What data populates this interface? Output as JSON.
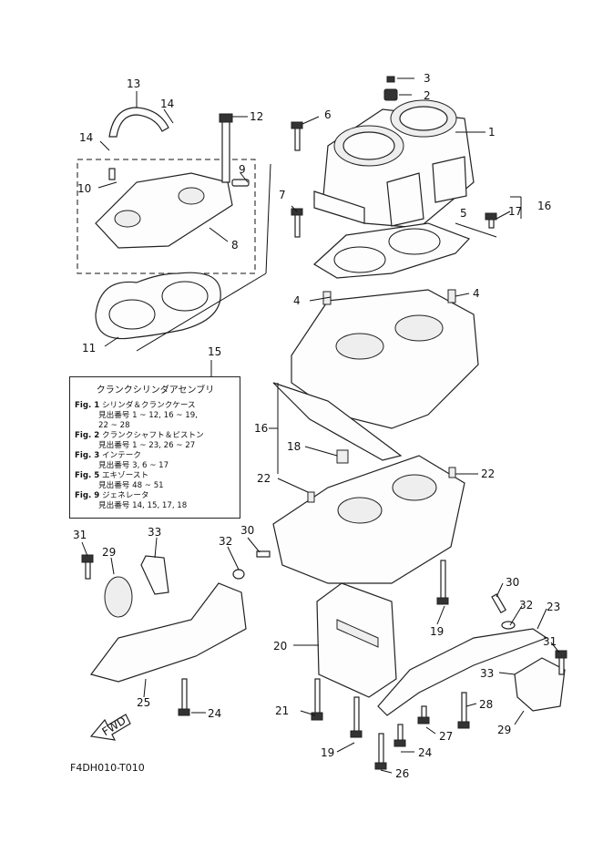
{
  "diagram": {
    "code": "F4DH010-T010",
    "fwd_label": "FWD",
    "callouts": {
      "c1": "1",
      "c2": "2",
      "c3": "3",
      "c4a": "4",
      "c4b": "4",
      "c5": "5",
      "c6": "6",
      "c7": "7",
      "c8": "8",
      "c9": "9",
      "c10": "10",
      "c11": "11",
      "c12": "12",
      "c13": "13",
      "c14a": "14",
      "c14b": "14",
      "c15": "15",
      "c16a": "16",
      "c16b": "16",
      "c17": "17",
      "c18": "18",
      "c19a": "19",
      "c19b": "19",
      "c20": "20",
      "c21": "21",
      "c22a": "22",
      "c22b": "22",
      "c23": "23",
      "c24a": "24",
      "c24b": "24",
      "c25": "25",
      "c26": "26",
      "c27": "27",
      "c28": "28",
      "c29a": "29",
      "c29b": "29",
      "c30a": "30",
      "c30b": "30",
      "c31a": "31",
      "c31b": "31",
      "c32a": "32",
      "c32b": "32",
      "c33a": "33",
      "c33b": "33"
    }
  },
  "legend": {
    "title": "クランクシリンダアセンブリ",
    "rows": [
      {
        "fig": "Fig. 1",
        "name": "シリンダ＆クランクケース",
        "ref": "見出番号 1 ~ 12, 16 ~ 19,",
        "ref2": "22 ~ 28"
      },
      {
        "fig": "Fig. 2",
        "name": "クランクシャフト＆ピストン",
        "ref": "見出番号 1 ~ 23, 26 ~ 27"
      },
      {
        "fig": "Fig. 3",
        "name": "インテーク",
        "ref": "見出番号 3, 6 ~ 17"
      },
      {
        "fig": "Fig. 5",
        "name": "エキゾースト",
        "ref": "見出番号 48 ~ 51"
      },
      {
        "fig": "Fig. 9",
        "name": "ジェネレータ",
        "ref": "見出番号 14, 15, 17, 18"
      }
    ]
  }
}
